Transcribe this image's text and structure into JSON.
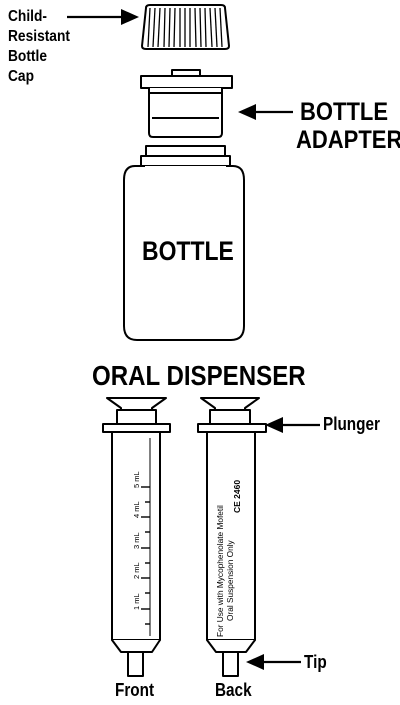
{
  "labels": {
    "cap_line1": "Child-",
    "cap_line2": "Resistant",
    "cap_line3": "Bottle",
    "cap_line4": "Cap",
    "adapter_line1": "BOTTLE",
    "adapter_line2": "ADAPTER",
    "bottle": "BOTTLE",
    "dispenser": "ORAL DISPENSER",
    "plunger": "Plunger",
    "tip": "Tip",
    "front": "Front",
    "back": "Back"
  },
  "syringe_front_scale": [
    "1 mL",
    "2 mL",
    "3 mL",
    "4 mL",
    "5 mL"
  ],
  "syringe_back_text": {
    "line1": "For Use with Mycophenolate Mofetil",
    "line2": "Oral Suspension Only",
    "mark": "CE 2460"
  },
  "colors": {
    "stroke": "#000000",
    "fill": "#ffffff"
  }
}
